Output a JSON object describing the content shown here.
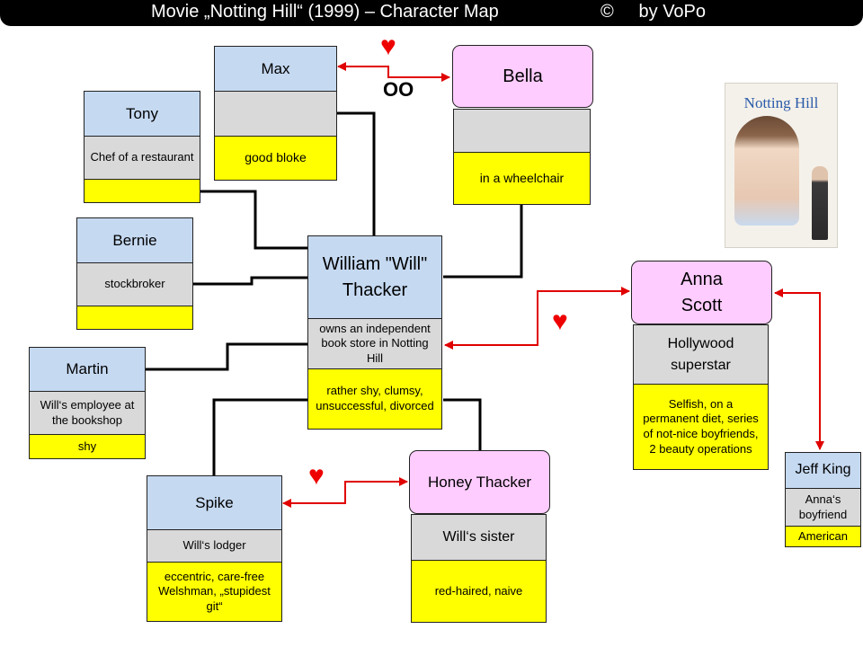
{
  "title": {
    "text": "Movie „Notting Hill“ (1999) – Character Map",
    "credit": "©     by VoPo"
  },
  "poster": {
    "title": "Notting Hill"
  },
  "symbols": {
    "heart": "♥",
    "rings": "OO"
  },
  "colors": {
    "name_box_male": "#c5d9f1",
    "name_box_female": "#ffccff",
    "role_box": "#d9d9d9",
    "trait_box": "#ffff00",
    "romance_link": "#e00000",
    "relation_link": "#000000"
  },
  "characters": {
    "max": {
      "name": "Max",
      "role": "",
      "traits": "good bloke"
    },
    "bella": {
      "name": "Bella",
      "role": "",
      "traits": "in a wheelchair"
    },
    "tony": {
      "name": "Tony",
      "role": "Chef of a restaurant",
      "traits": ""
    },
    "bernie": {
      "name": "Bernie",
      "role": "stockbroker",
      "traits": ""
    },
    "will": {
      "name": "William \"Will\" Thacker",
      "role": "owns an independent book store in Notting Hill",
      "traits": "rather shy, clumsy, unsuccessful, divorced"
    },
    "martin": {
      "name": "Martin",
      "role": "Will‘s employee at the bookshop",
      "traits": "shy"
    },
    "spike": {
      "name": "Spike",
      "role": "Will‘s lodger",
      "traits": "eccentric, care-free Welshman, „stupidest git“"
    },
    "honey": {
      "name": "Honey Thacker",
      "role": "Will‘s sister",
      "traits": "red-haired, naive"
    },
    "anna": {
      "name": "Anna Scott",
      "role": "Hollywood superstar",
      "traits": "Selfish, on a permanent diet, series of not-nice boyfriends, 2 beauty operations"
    },
    "jeff": {
      "name": "Jeff King",
      "role": "Anna‘s boyfriend",
      "traits": "American"
    }
  }
}
